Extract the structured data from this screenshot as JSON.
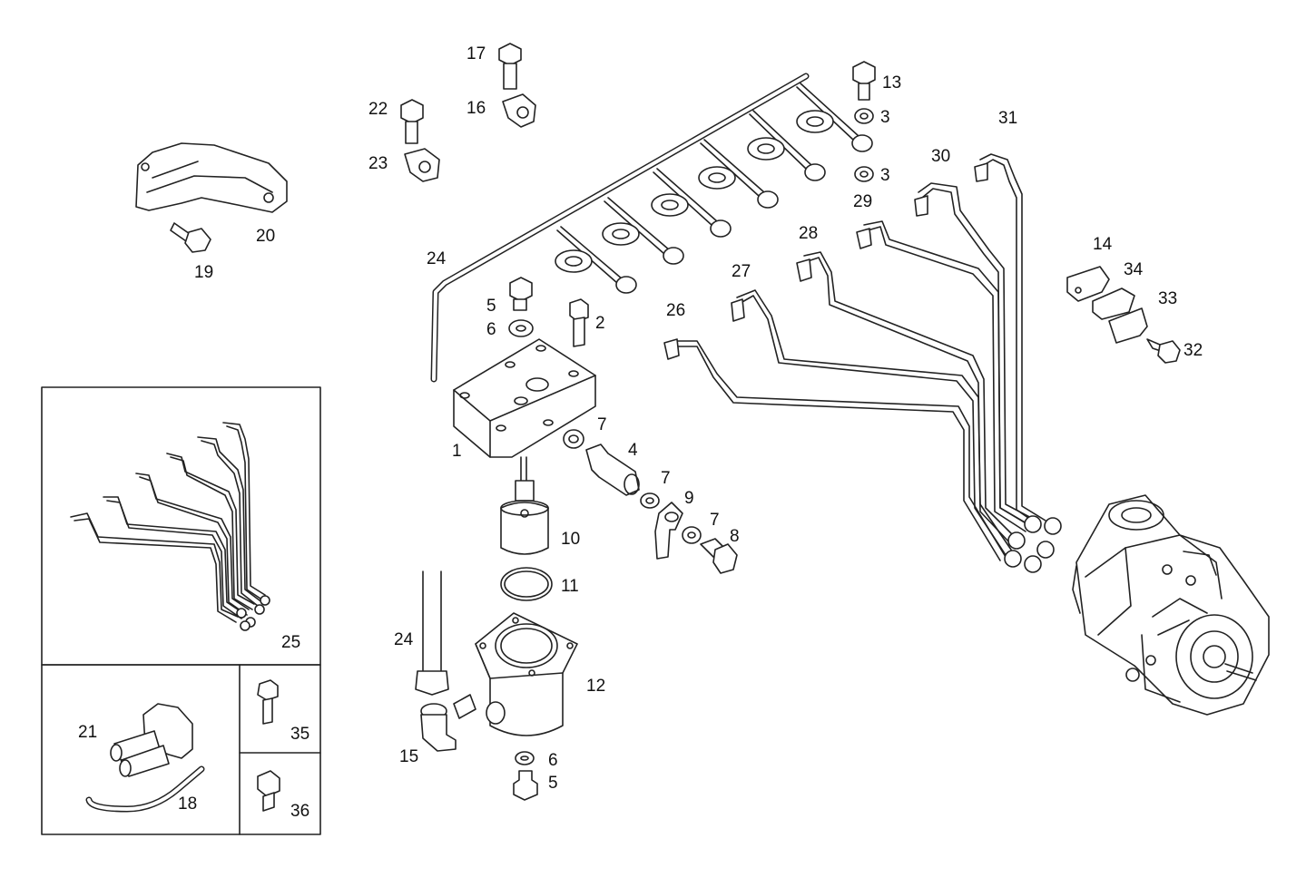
{
  "callouts": {
    "c1": "1",
    "c2": "2",
    "c3a": "3",
    "c3b": "3",
    "c4": "4",
    "c5a": "5",
    "c5b": "5",
    "c6a": "6",
    "c6b": "6",
    "c7a": "7",
    "c7b": "7",
    "c7c": "7",
    "c8": "8",
    "c9": "9",
    "c10": "10",
    "c11": "11",
    "c12": "12",
    "c13": "13",
    "c14": "14",
    "c15": "15",
    "c16": "16",
    "c17": "17",
    "c18": "18",
    "c19": "19",
    "c20": "20",
    "c21": "21",
    "c22": "22",
    "c23": "23",
    "c24a": "24",
    "c24b": "24",
    "c25": "25",
    "c26": "26",
    "c27": "27",
    "c28": "28",
    "c29": "29",
    "c30": "30",
    "c31": "31",
    "c32": "32",
    "c33": "33",
    "c34": "34",
    "c35": "35",
    "c36": "36"
  }
}
